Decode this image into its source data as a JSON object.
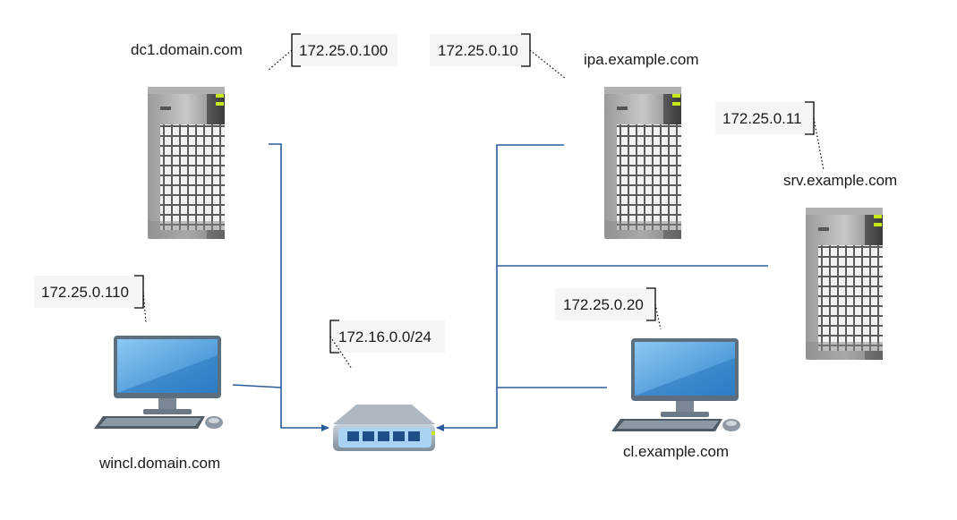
{
  "nodes": {
    "dc1": {
      "hostname": "dc1.domain.com",
      "ip": "172.25.0.100",
      "icon": "server-icon"
    },
    "ipa": {
      "hostname": "ipa.example.com",
      "ip": "172.25.0.10",
      "icon": "server-icon"
    },
    "srv": {
      "hostname": "srv.example.com",
      "ip": "172.25.0.11",
      "icon": "server-icon"
    },
    "wincl": {
      "hostname": "wincl.domain.com",
      "ip": "172.25.0.110",
      "icon": "desktop-computer-icon"
    },
    "cl": {
      "hostname": "cl.example.com",
      "ip": "172.25.0.20",
      "icon": "desktop-computer-icon"
    },
    "switch": {
      "network": "172.16.0.0/24",
      "icon": "network-switch-icon"
    }
  },
  "colors": {
    "link": "#2b5a9a",
    "label_bg": "#f5f5f5",
    "status_led": "#c8e81a",
    "screen": "#3f95d8"
  }
}
